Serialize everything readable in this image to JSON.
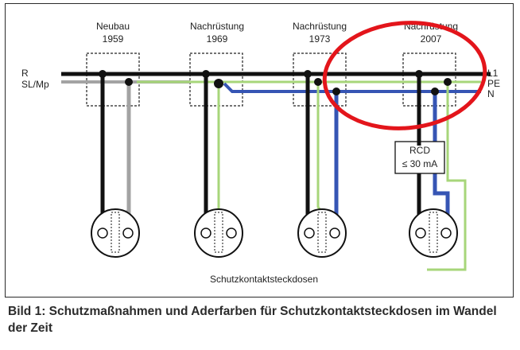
{
  "stages": [
    {
      "title": "Neubau",
      "year": "1959"
    },
    {
      "title": "Nachrüstung",
      "year": "1969"
    },
    {
      "title": "Nachrüstung",
      "year": "1973"
    },
    {
      "title": "Nachrüstung",
      "year": "2007"
    }
  ],
  "left_labels": {
    "r": "R",
    "slmp": "SL/Mp"
  },
  "right_labels": {
    "l1": "L1",
    "pe": "PE",
    "n": "N"
  },
  "rcd": {
    "line1": "RCD",
    "line2": "≤ 30 mA"
  },
  "outlets_label": "Schutzkontaktsteckdosen",
  "caption": "Bild 1: Schutzmaßnahmen und Aderfarben für Schutzkontaktsteckdosen im Wandel der Zeit",
  "colors": {
    "black": "#111111",
    "grey": "#a3a3a3",
    "green": "#a7d67a",
    "blue": "#3655b4",
    "red": "#e3151b"
  }
}
